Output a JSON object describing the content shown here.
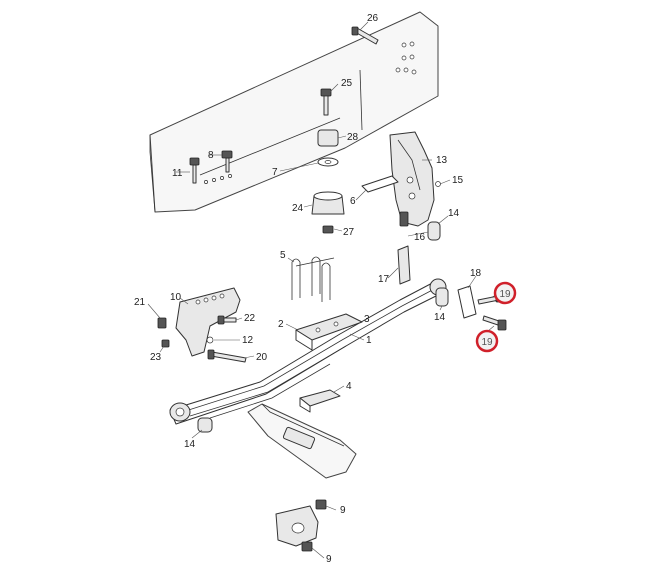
{
  "diagram": {
    "callouts": [
      {
        "id": "c26",
        "label": "26"
      },
      {
        "id": "c25",
        "label": "25"
      },
      {
        "id": "c28",
        "label": "28"
      },
      {
        "id": "c8",
        "label": "8"
      },
      {
        "id": "c7",
        "label": "7"
      },
      {
        "id": "c11",
        "label": "11"
      },
      {
        "id": "c24",
        "label": "24"
      },
      {
        "id": "c27",
        "label": "27"
      },
      {
        "id": "c6",
        "label": "6"
      },
      {
        "id": "c13",
        "label": "13"
      },
      {
        "id": "c15",
        "label": "15"
      },
      {
        "id": "c16",
        "label": "16"
      },
      {
        "id": "c14a",
        "label": "14"
      },
      {
        "id": "c5",
        "label": "5"
      },
      {
        "id": "c3",
        "label": "3"
      },
      {
        "id": "c17",
        "label": "17"
      },
      {
        "id": "c18",
        "label": "18"
      },
      {
        "id": "c19a",
        "label": "19"
      },
      {
        "id": "c19b",
        "label": "19"
      },
      {
        "id": "c14b",
        "label": "14"
      },
      {
        "id": "c21",
        "label": "21"
      },
      {
        "id": "c10",
        "label": "10"
      },
      {
        "id": "c22",
        "label": "22"
      },
      {
        "id": "c2",
        "label": "2"
      },
      {
        "id": "c1",
        "label": "1"
      },
      {
        "id": "c23",
        "label": "23"
      },
      {
        "id": "c12",
        "label": "12"
      },
      {
        "id": "c20",
        "label": "20"
      },
      {
        "id": "c4",
        "label": "4"
      },
      {
        "id": "c14c",
        "label": "14"
      },
      {
        "id": "c9a",
        "label": "9"
      },
      {
        "id": "c9b",
        "label": "9"
      }
    ],
    "highlighted": [
      "c19a",
      "c19b"
    ],
    "colors": {
      "line": "#333333",
      "highlight_ring": "#d0202a",
      "highlight_fill": "#f2f2f2"
    }
  }
}
